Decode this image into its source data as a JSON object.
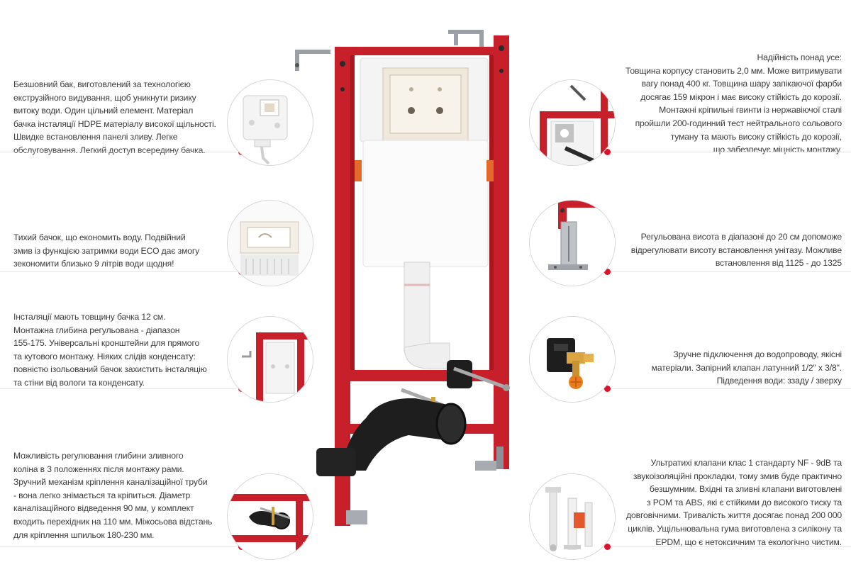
{
  "colors": {
    "accent_red": "#e0102a",
    "frame_red": "#c8202a",
    "cistern_white": "#f6f6f6",
    "pipe_black": "#1e1e1e",
    "text": "#3b3b3b"
  },
  "features": {
    "left": [
      {
        "id": "seamless-tank",
        "icon": "tank-icon",
        "lines": [
          "Безшовний бак, виготовлений за технологією",
          "екструзійного видування, щоб уникнути ризику",
          "витоку води. Один цільний елемент. Матеріал",
          "бачка інсталяції HDPE матеріалу високої щільності.",
          "Швидке встановлення панелі зливу. Легке",
          "обслуговування. Легкий доступ всередину бачка."
        ]
      },
      {
        "id": "quiet-cistern",
        "icon": "flush-panel-icon",
        "lines": [
          "Тихий бачок, що економить воду. Подвійний",
          "змив із функцією затримки води ECO дає змогу",
          "зекономити близько 9 літрів води щодня!"
        ]
      },
      {
        "id": "tank-thickness",
        "icon": "frame-corner-icon",
        "lines": [
          "Інсталяції мають товщину бачка 12 см.",
          "Монтажна глибина регульована - діапазон",
          "155-175.  Універсальні кронштейни для прямого",
          "та кутового монтажу. Ніяких слідів конденсату:",
          "повністю ізольований бачок захистить інсталяцію",
          "та стіни від вологи та конденсату."
        ]
      },
      {
        "id": "drain-bend",
        "icon": "drain-bend-icon",
        "lines": [
          "Можливість регулювання глибини зливного",
          "коліна в 3 положеннях після монтажу рами.",
          "Зручний механізм кріплення каналізаційної труби",
          "- вона легко знімається та кріпиться.  Діаметр",
          "каналізаційного відведення 90 мм, у комплект",
          "входить перехідник на 110 мм. Міжосьова відстань",
          "для кріплення шпильок 180-230 мм."
        ]
      }
    ],
    "right": [
      {
        "id": "reliability",
        "icon": "frame-bracket-icon",
        "lines": [
          "Надійність понад усе:",
          "Товщина корпусу становить 2,0 мм. Може витримувати",
          "вагу понад 400 кг. Товщина шару запікаючої фарби",
          "досягає 159 мікрон і має високу стійкість до корозії.",
          "Монтажні кріпильні гвинти із нержавіючої сталі",
          "пройшли 200-годинний тест нейтрального сольового",
          "туману та мають високу стійкість до корозії,",
          "що забезпечує міцність монтажу."
        ]
      },
      {
        "id": "adjustable-height",
        "icon": "adjustable-leg-icon",
        "lines": [
          "Регульована висота в діапазоні до 20 см допоможе",
          "відрегулювати висоту встановлення унітазу. Можливе",
          "встановлення від 1125 - до 1325"
        ]
      },
      {
        "id": "water-connection",
        "icon": "brass-valve-icon",
        "lines": [
          "Зручне підключення до водопроводу, якісні",
          "матеріали. Запірний клапан латунний 1/2\" х 3/8\".",
          "Підведення води: ззаду / зверху"
        ]
      },
      {
        "id": "ultra-quiet-valves",
        "icon": "fill-valve-icon",
        "lines": [
          "Ультратихі клапани клас 1 стандарту NF - 9dB та",
          "звукоізоляційні прокладки, тому змив буде практично",
          "безшумним.  Вхідні та зливні клапани виготовлені",
          "з POM та ABS, які є стійкими до високого тиску та",
          "довговічними. Тривалість життя досягає понад 200 000",
          "циклів. Ущільнювальна гума виготовлена з силікону та",
          "EPDM, що є нетоксичним та екологічно чистим."
        ]
      }
    ]
  }
}
